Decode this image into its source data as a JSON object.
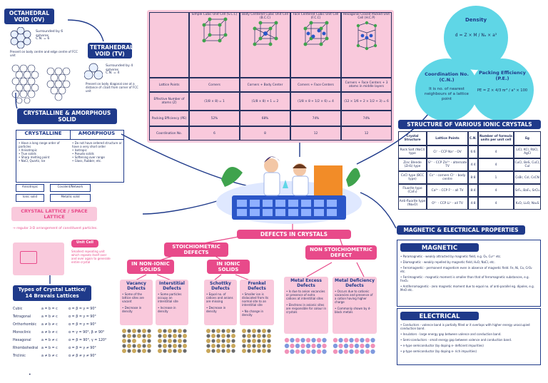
{
  "octahedral": {
    "title": "OCTAHEDRAL VOID (OV)",
    "desc1": "Surrounded by 6 spheres",
    "desc2": "C.N. = 6",
    "desc3": "Present on body centre and edge centre of FCC unit"
  },
  "tetrahedral": {
    "title": "TETRAHEDRAL VOID (TV)",
    "desc1": "Surrounded by 4 spheres",
    "desc2": "C.N. = 4",
    "desc3": "Present on body diagonal one at a distance of √3a/4 from corner of FCC unit"
  },
  "crystalline_amorphous": {
    "title": "CRYSTALLINE & AMORPHOUS SOLID",
    "col1": "CRYSTALLINE",
    "col2": "AMORPHOUS",
    "crys_points": [
      "• Have a long range order of particles",
      "• Anisotropic",
      "• True solids",
      "• Sharp melting point",
      "• NaCl, Quartz, Ice"
    ],
    "amor_points": [
      "• Do not have ordered structure or have a very short order",
      "• Isotropic",
      "• Pseudo solids",
      "• Softening over range",
      "• Glass, Rubber, etc."
    ],
    "tag_left1": "Anisotropic",
    "tag_right1": "Covalent/Network",
    "tag_left2": "Ionic solid",
    "tag_right2": "Metallic solid"
  },
  "unit_cells_table": {
    "headers": [
      "",
      "Simple Cubic Unit Cell (S.C.C)",
      "Body Centered Cubic Unit Cell (B.C.C)",
      "Face Centered Cubic Unit Cell (F.C.C)",
      "Hexagonal Closed Packed Unit Cell (H.C.P)"
    ],
    "rows": [
      [
        "Lattice Points",
        "Corners",
        "Corners + Body Center",
        "Corners + Face Centers",
        "Corners + Face Centers + 3 atoms in middle layers"
      ],
      [
        "Effective Number of atoms (Z)",
        "(1/8 × 8) = 1",
        "(1/8 × 8) + 1 = 2",
        "(1/8 × 8 + 1/2 × 6) = 4",
        "(12 × 1/6 + 2 × 1/2 + 3) = 6"
      ],
      [
        "Packing Efficiency (PE)",
        "52%",
        "68%",
        "74%",
        "74%"
      ],
      [
        "Coordination No.",
        "6",
        "8",
        "12",
        "12"
      ]
    ]
  },
  "density": {
    "title": "Density",
    "formula": "d = Z × M / Nₐ × a³"
  },
  "coordination": {
    "title": "Coordination No. (C.N.)",
    "desc": "It is no. of nearest neighbours of a lattice point"
  },
  "packing": {
    "title": "Packing Efficiency (P.E.)",
    "formula": "PE = Z × 4/3 πr³ / a³ × 100"
  },
  "ionic_structures": {
    "title": "STRUCTURE OF VARIOUS IONIC CRYSTALS",
    "headers": [
      "Crystal Structure",
      "Lattice Points",
      "C.N.",
      "Number of formula units per unit cell",
      "Eg"
    ],
    "rows": [
      [
        "Rock Salt (NaCl) type",
        "Cl⁻ - CCP  Na⁺ - OV",
        "6:6",
        "4",
        "LiCl, KCl, RbCl, AgCl"
      ],
      [
        "Zinc Blende (ZnS) type",
        "S²⁻ - CCP  Zn²⁺ - alternate TV",
        "4:4",
        "4",
        "CuCl, BeS, CuCl, CuI"
      ],
      [
        "CsCl type (BCC type)",
        "Cs⁺ - corners  Cl⁻ - body centre",
        "8:8",
        "1",
        "CsBr, CsI, CsCN"
      ],
      [
        "Fluorite type (CaF₂)",
        "Ca²⁺ - CCP  F⁻ - all TV",
        "8:4",
        "4",
        "SrF₂, BaF₂, SrCl₂"
      ],
      [
        "Anti-fluorite type (Na₂O)",
        "O²⁻ - CCP  Li⁺ - all TV",
        "4:8",
        "4",
        "K₂O, Li₂O, Na₂S"
      ]
    ]
  },
  "defects": {
    "title": "DEFECTS IN CRYSTALS",
    "stoich": "STOICHIOMETRIC DEFECTS",
    "nonstoich": "NON STOICHIOMETRIC DEFECT",
    "nonionic": "IN NON-IONIC SOLIDS",
    "ionic": "IN IONIC SOLIDS",
    "vacancy": {
      "title": "Vacancy Defects",
      "p1": "• Some of the lattice sites are vacant",
      "p2": "• Decrease in density"
    },
    "interstitial": {
      "title": "Interstitial Defects",
      "p1": "• Some particles occupy an interstitial site",
      "p2": "• Increase in density"
    },
    "schottky": {
      "title": "Schottky Defects",
      "p1": "• Equal no. of cations and anions are missing",
      "p2": "• Decrease in density"
    },
    "frenkel": {
      "title": "Frenkel Defects",
      "p1": "• Smaller ion is dislocated from its normal site to an interstitial site",
      "p2": "• No change in density"
    },
    "metal_excess": {
      "title": "Metal Excess Defects",
      "p1": "• Is due to anion vacancies or presence of extra cations at interstitial sites",
      "p2": "• Electrons in anionic sites are responsible for colour in crystals"
    },
    "metal_deficiency": {
      "title": "Metal Deficiency Defects",
      "p1": "• Occurs due to cationic vacancies and presence of a cation having higher charge",
      "p2": "• Commonly shown by d-block metals"
    }
  },
  "lattice": {
    "title": "CRYSTAL LATTICE / SPACE LATTICE",
    "desc": "→ regular 3-D arrangement of constituent particles.",
    "unit_cell": "Unit Cell",
    "unit_desc": "Smallest repeating unit which repeats itself over and over again to generate entire crystal"
  },
  "bravais": {
    "title": "Types of Crystal Lattice/ 14 Bravais Lattices",
    "rows": [
      [
        "Cubic",
        "a = b = c",
        "α = β = γ = 90°"
      ],
      [
        "Tetragonal",
        "a = b ≠ c",
        "α = β = γ = 90°"
      ],
      [
        "Orthorhombic",
        "a ≠ b ≠ c",
        "α = β = γ = 90°"
      ],
      [
        "Monoclinic",
        "a ≠ b ≠ c",
        "α = γ = 90°, β ≠ 90°"
      ],
      [
        "Hexagonal",
        "a = b ≠ c",
        "α = β = 90°, γ = 120°"
      ],
      [
        "Rhombohedral",
        "a = b = c",
        "α = β = γ ≠ 90°"
      ],
      [
        "Triclinic",
        "a ≠ b ≠ c",
        "α ≠ β ≠ γ ≠ 90°"
      ]
    ]
  },
  "magnetic": {
    "title": "MAGNETIC & ELECTRICAL PROPERTIES",
    "sub": "MAGNETIC PROPERTIES",
    "points": [
      "• Paramagnetic - weakly attracted by magnetic field, e.g. O₂, Cu²⁺ etc.",
      "• Diamagnetic - weakly repelled by magnetic field, H₂O, NaCl, etc.",
      "• Ferromagnetic - permanent magnetism even in absence of magnetic field. Fe, Ni, Co, CrO₂ etc.",
      "• Ferrimagnetic - magnetic moment is smaller than that of ferromagnetic substances, e.g. Fe₃O₄",
      "• Antiferromagnetic - zero magnetic moment due to equal no. of anti-parallel eg. dipoles, e.g. MnO etc."
    ]
  },
  "electrical": {
    "title": "ELECTRICAL PROPERTIES",
    "points": [
      "• Conductors - valence band is partially filled or it overlaps with higher energy unoccupied conduction band.",
      "• Insulators - large energy gap between valence and conduction band.",
      "• Semi-conductors - small energy gap between valence and conduction band.",
      "• n-type semiconductor (by doping e- deficient impurities)",
      "• p-type semiconductor (by doping e- rich impurities)"
    ]
  },
  "footer_dot": "•"
}
